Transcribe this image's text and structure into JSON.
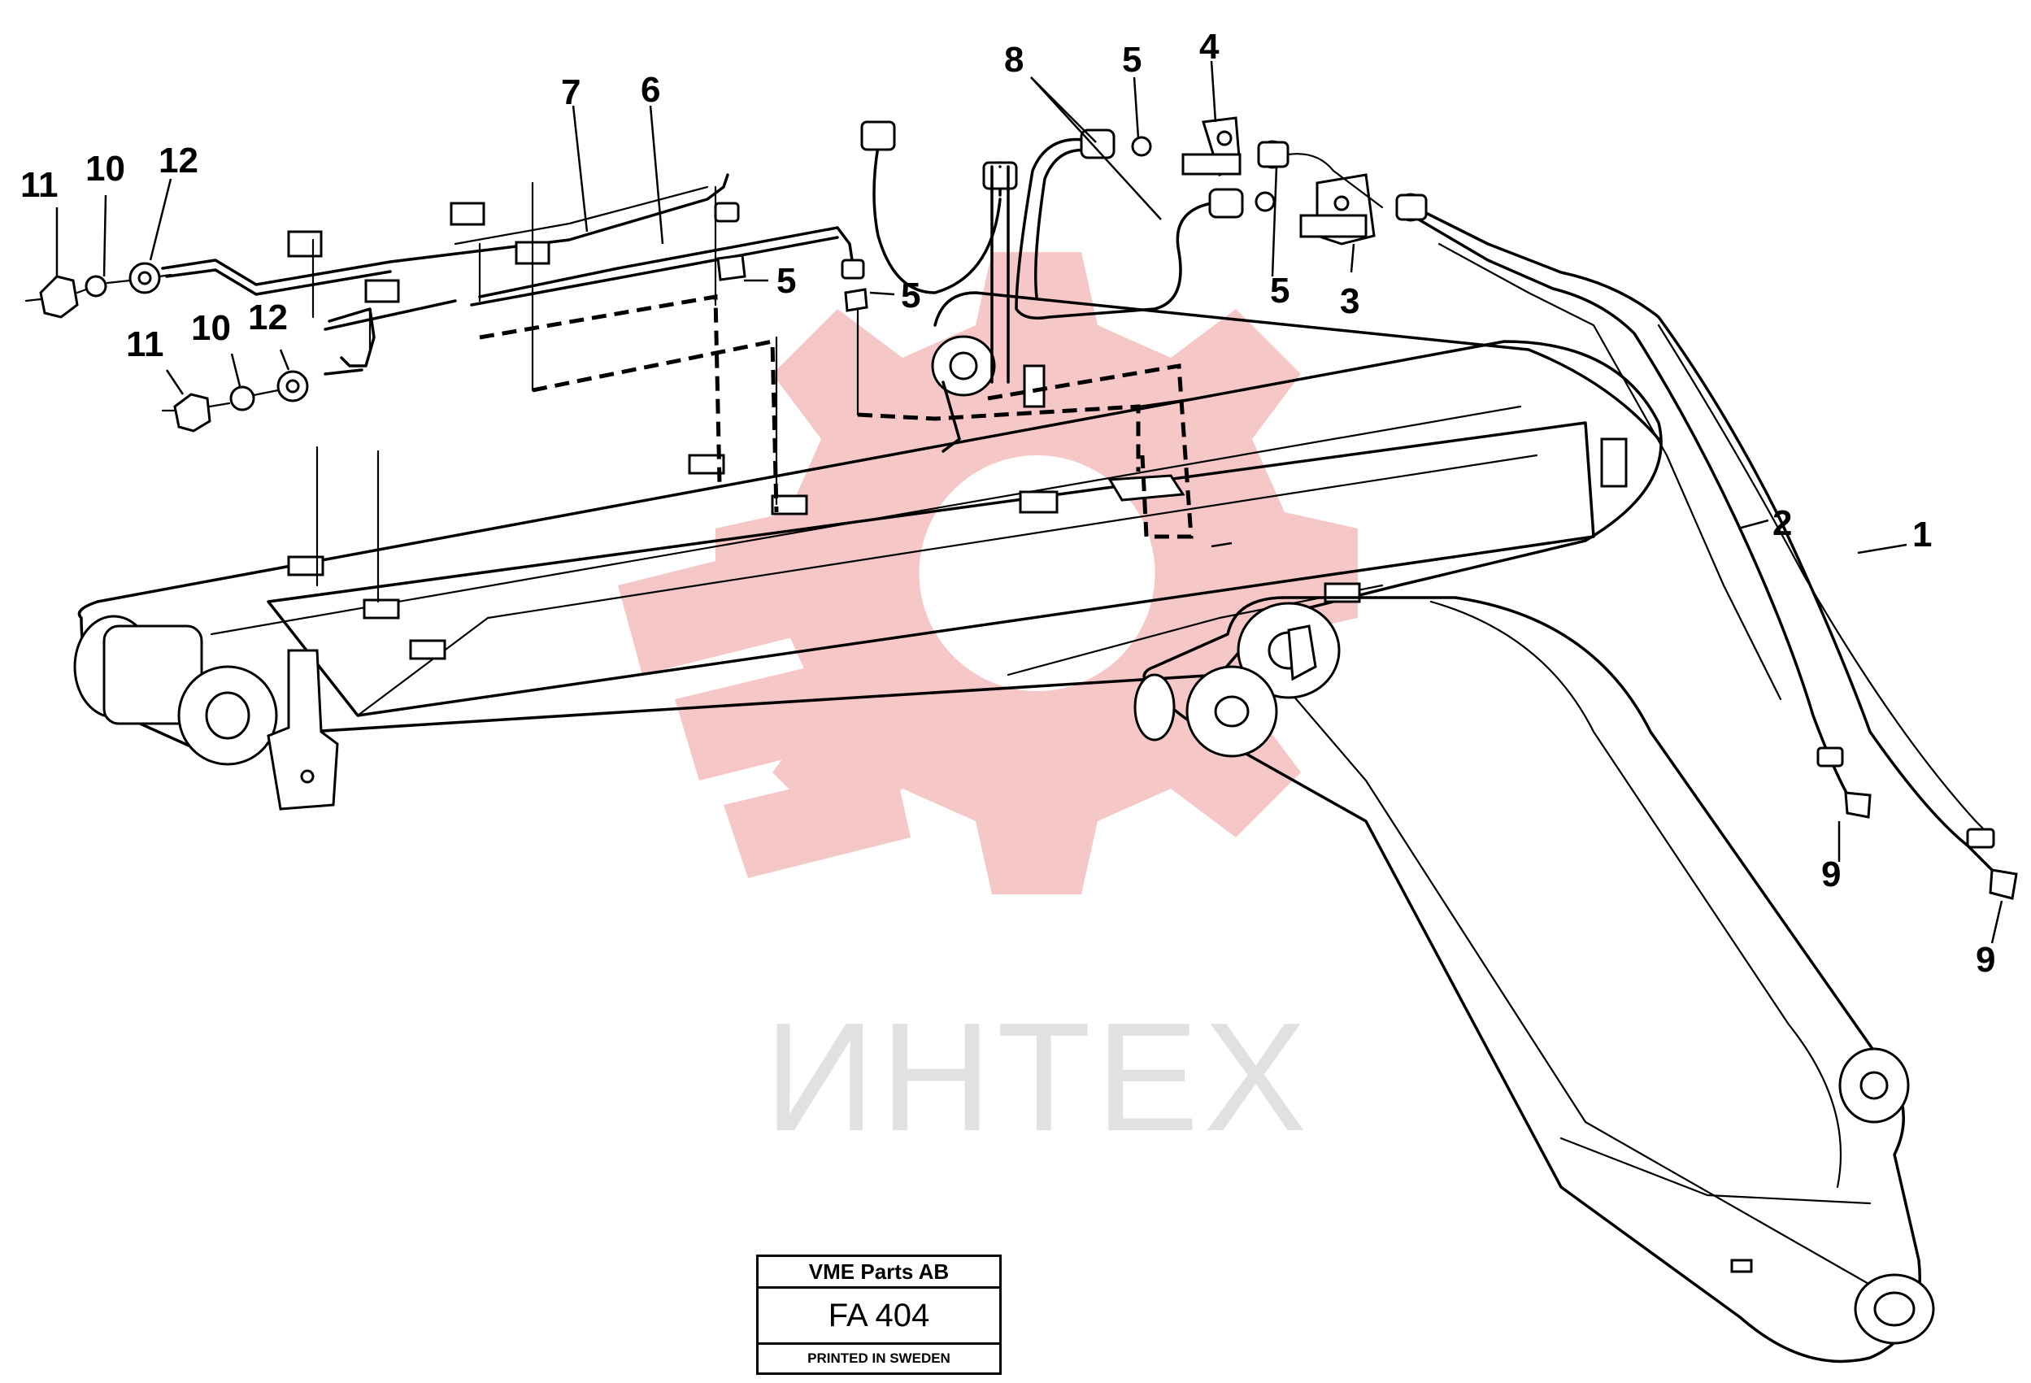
{
  "callouts": {
    "c1": "1",
    "c2": "2",
    "c3": "3",
    "c4": "4",
    "c5a": "5",
    "c5b": "5",
    "c5c": "5",
    "c5d": "5",
    "c6": "6",
    "c7": "7",
    "c8": "8",
    "c9a": "9",
    "c9b": "9",
    "c10a": "10",
    "c10b": "10",
    "c11a": "11",
    "c11b": "11",
    "c12a": "12",
    "c12b": "12"
  },
  "watermark": {
    "text": "ИНТЕХ",
    "color": "#f6c7c7"
  },
  "title_block": {
    "company": "VME Parts AB",
    "code": "FA 404",
    "note": "PRINTED IN SWEDEN"
  }
}
